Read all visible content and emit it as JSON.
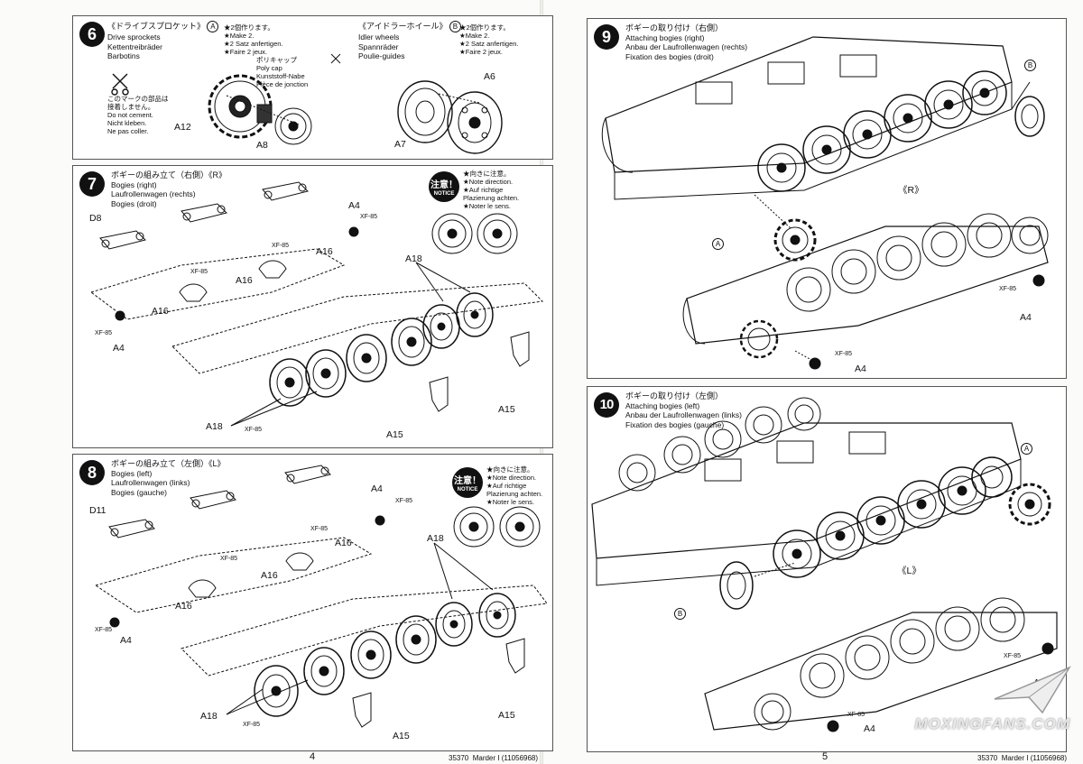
{
  "pages": {
    "left_number": "4",
    "right_number": "5",
    "footer_code": "35370",
    "footer_title": "Marder I (11056968)"
  },
  "step6": {
    "number": "6",
    "sprocket": {
      "jp": "《ドライブスプロケット》",
      "marker": "A",
      "make_jp": "★2個作ります。",
      "make_en": "★Make 2.",
      "make_de": "★2 Satz anfertigen.",
      "make_fr": "★Faire 2 jeux.",
      "en": "Drive sprockets",
      "de": "Kettentreibräder",
      "fr": "Barbotins"
    },
    "idler": {
      "jp": "《アイドラーホイール》",
      "marker": "B",
      "make_jp": "★2個作ります。",
      "make_en": "★Make 2.",
      "make_de": "★2 Satz anfertigen.",
      "make_fr": "★Faire 2 jeux.",
      "en": "Idler wheels",
      "de": "Spannräder",
      "fr": "Poulie-guides"
    },
    "nocement": {
      "jp1": "このマークの部品は",
      "jp2": "接着しません。",
      "en": "Do not cement.",
      "de": "Nicht kleben.",
      "fr": "Ne pas coller."
    },
    "polycap": {
      "jp": "ポリキャップ",
      "en": "Poly cap",
      "de": "Kunststoff-Nabe",
      "fr": "Pièce de jonction"
    },
    "parts": {
      "a12": "A12",
      "a8": "A8",
      "a7": "A7",
      "a6": "A6"
    }
  },
  "step7": {
    "number": "7",
    "jp": "ボギーの組み立て（右側）《R》",
    "en": "Bogies (right)",
    "de": "Laufrollenwagen (rechts)",
    "fr": "Bogies (droit)",
    "notice_jp": "注意！",
    "notice_en": "NOTICE",
    "dir_jp": "★向きに注意。",
    "dir_en": "★Note direction.",
    "dir_de": "★Auf richtige",
    "dir_de2": "Plazierung achten.",
    "dir_fr": "★Noter le sens.",
    "d8": "D8",
    "a4a": "A4",
    "a4b": "A4",
    "xf1": "XF-85",
    "xf2": "XF-85",
    "xf3": "XF-85",
    "xf4": "XF-85",
    "xf5": "XF-85",
    "a16a": "A16",
    "a16b": "A16",
    "a16c": "A16",
    "a18a": "A18",
    "a18b": "A18",
    "a15a": "A15",
    "a15b": "A15"
  },
  "step8": {
    "number": "8",
    "jp": "ボギーの組み立て（左側）《L》",
    "en": "Bogies (left)",
    "de": "Laufrollenwagen (links)",
    "fr": "Bogies (gauche)",
    "notice_jp": "注意！",
    "notice_en": "NOTICE",
    "dir_jp": "★向きに注意。",
    "dir_en": "★Note direction.",
    "dir_de": "★Auf richtige",
    "dir_de2": "Plazierung achten.",
    "dir_fr": "★Noter le sens.",
    "d11": "D11",
    "a4a": "A4",
    "a4b": "A4",
    "xf1": "XF-85",
    "xf2": "XF-85",
    "xf3": "XF-85",
    "xf4": "XF-85",
    "xf5": "XF-85",
    "a16a": "A16",
    "a16b": "A16",
    "a16c": "A16",
    "a18a": "A18",
    "a18b": "A18",
    "a15a": "A15",
    "a15b": "A15"
  },
  "step9": {
    "number": "9",
    "jp": "ボギーの取り付け（右側）",
    "en": "Attaching bogies (right)",
    "de": "Anbau der Laufrollenwagen (rechts)",
    "fr": "Fixation des bogies (droit)",
    "marker_b": "B",
    "marker_a": "A",
    "side": "《R》",
    "xf1": "XF-85",
    "xf2": "XF-85",
    "a4a": "A4",
    "a4b": "A4"
  },
  "step10": {
    "number": "10",
    "jp": "ボギーの取り付け（左側）",
    "en": "Attaching bogies (left)",
    "de": "Anbau der Laufrollenwagen (links)",
    "fr": "Fixation des bogies (gauche)",
    "marker_a": "A",
    "marker_b": "B",
    "side": "《L》",
    "xf1": "XF-85",
    "xf2": "XF-85",
    "a4a": "A4",
    "a4b": "A4"
  },
  "watermark": "MOXINGFANS.COM"
}
